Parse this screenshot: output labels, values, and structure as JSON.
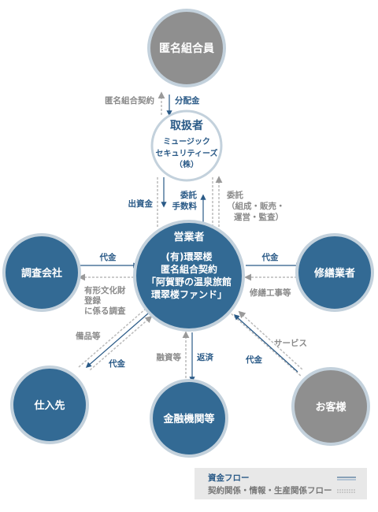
{
  "nodes": {
    "investors": "匿名組合員",
    "handler_title": "取扱者",
    "handler_line1": "ミュージック",
    "handler_line2": "セキュリティーズ",
    "handler_line3": "（株）",
    "operator_title": "営業者",
    "operator_line1": "(有)環翠楼",
    "operator_line2": "匿名組合契約",
    "operator_line3": "「阿賀野の温泉旅館",
    "operator_line4": "環翠楼ファンド」",
    "auditor": "調査会社",
    "repair": "修繕業者",
    "supplier": "仕入先",
    "bank": "金融機関等",
    "customer": "お客様"
  },
  "labels": {
    "anon_contract": "匿名組合契約",
    "distribution": "分配金",
    "investment": "出資金",
    "commission_1": "委託",
    "commission_2": "手数料",
    "consign_1": "委託",
    "consign_2": "（組成・販売・",
    "consign_3": "運営・監査）",
    "payment_auditor": "代金",
    "cultural_1": "有形文化財",
    "cultural_2": "登録",
    "cultural_3": "に係る調査",
    "payment_repair": "代金",
    "repair_work": "修繕工事等",
    "equipment": "備品等",
    "payment_supplier": "代金",
    "financing": "融資等",
    "repayment": "返済",
    "service": "サービス",
    "payment_customer": "代金"
  },
  "legend": {
    "money_flow": "資金フロー",
    "info_flow": "契約関係・情報・生産関係フロー"
  },
  "colors": {
    "node_blue": "#336a94",
    "node_gray": "#8f8f8f",
    "ring": "#c3d1dc",
    "money": "#2a5a87",
    "info": "#8a8a8a",
    "legend_bg": "#e8e8e8"
  }
}
